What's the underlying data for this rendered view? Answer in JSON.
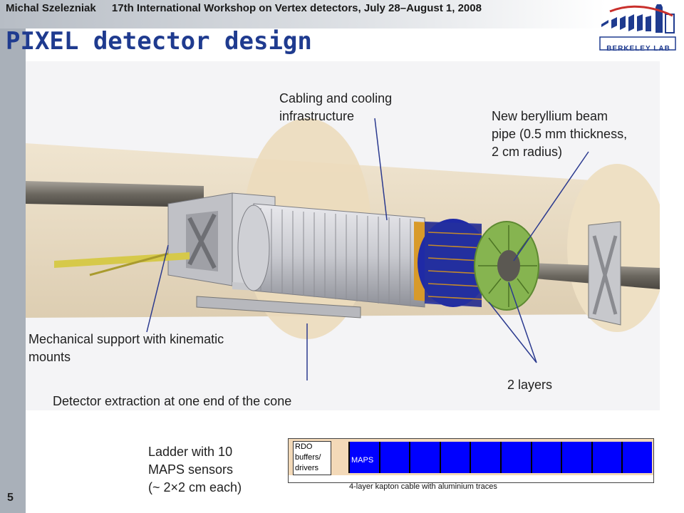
{
  "header": {
    "author": "Michal Szelezniak",
    "event": "17th International Workshop on Vertex detectors, July 28–August 1, 2008"
  },
  "title": "PIXEL detector design",
  "logo": {
    "text": "BERKELEY LAB",
    "icon": "berkeley-lab-logo"
  },
  "slide_number": "5",
  "labels": {
    "cabling": [
      "Cabling and cooling",
      "infrastructure"
    ],
    "beam_pipe": [
      "New beryllium beam",
      "pipe (0.5 mm thickness,",
      "2 cm radius)"
    ],
    "mechanical": [
      "Mechanical support with kinematic",
      "mounts"
    ],
    "extraction": "Detector extraction at one end of the cone",
    "layers": "2 layers"
  },
  "ladder": {
    "description": [
      "Ladder with 10",
      "MAPS sensors",
      "(~ 2×2 cm each)"
    ],
    "rdo_label": [
      "RDO",
      "buffers/",
      "drivers"
    ],
    "maps_label": "MAPS",
    "sensor_count": 10,
    "cable_label": "4-layer kapton cable with aluminium traces"
  },
  "colors": {
    "title": "#1f3b8f",
    "sensor": "#0000ff",
    "ladder_bg": "#f3d9b8",
    "sidebar": "#a9b0b9"
  }
}
